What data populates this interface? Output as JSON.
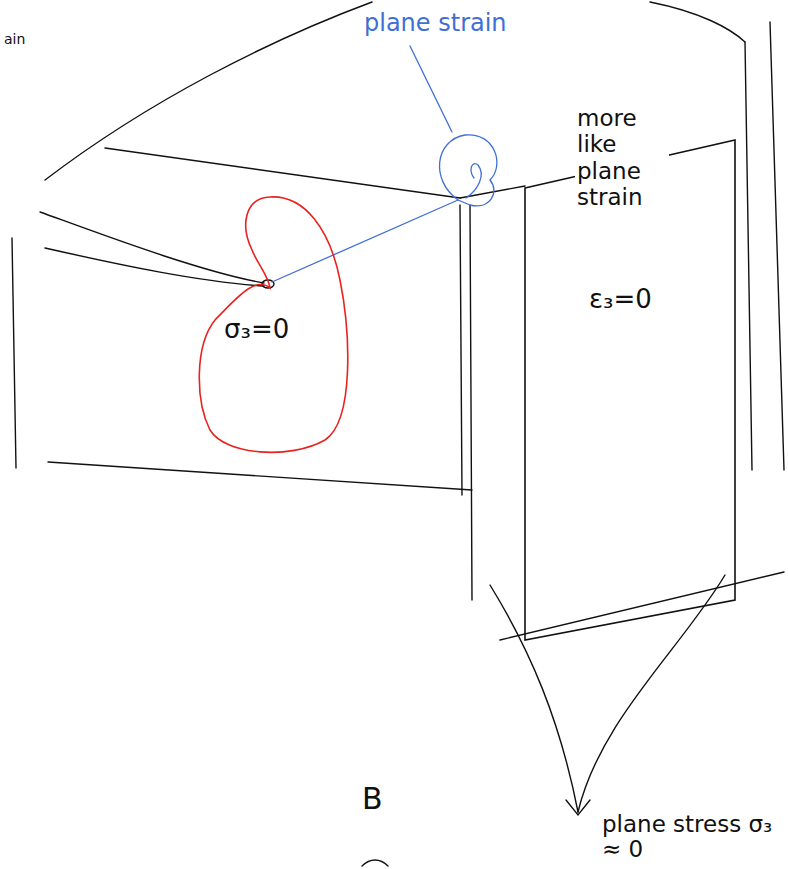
{
  "diagram": {
    "nodes": [
      {
        "text": [
          "σ₃=0"
        ]
      },
      {
        "text": [
          "more like plane strain",
          "ε₃=0"
        ]
      }
    ],
    "labels": [
      "ain",
      "plane strain",
      "B",
      "plane stress σ₃ ≈ 0"
    ]
  }
}
